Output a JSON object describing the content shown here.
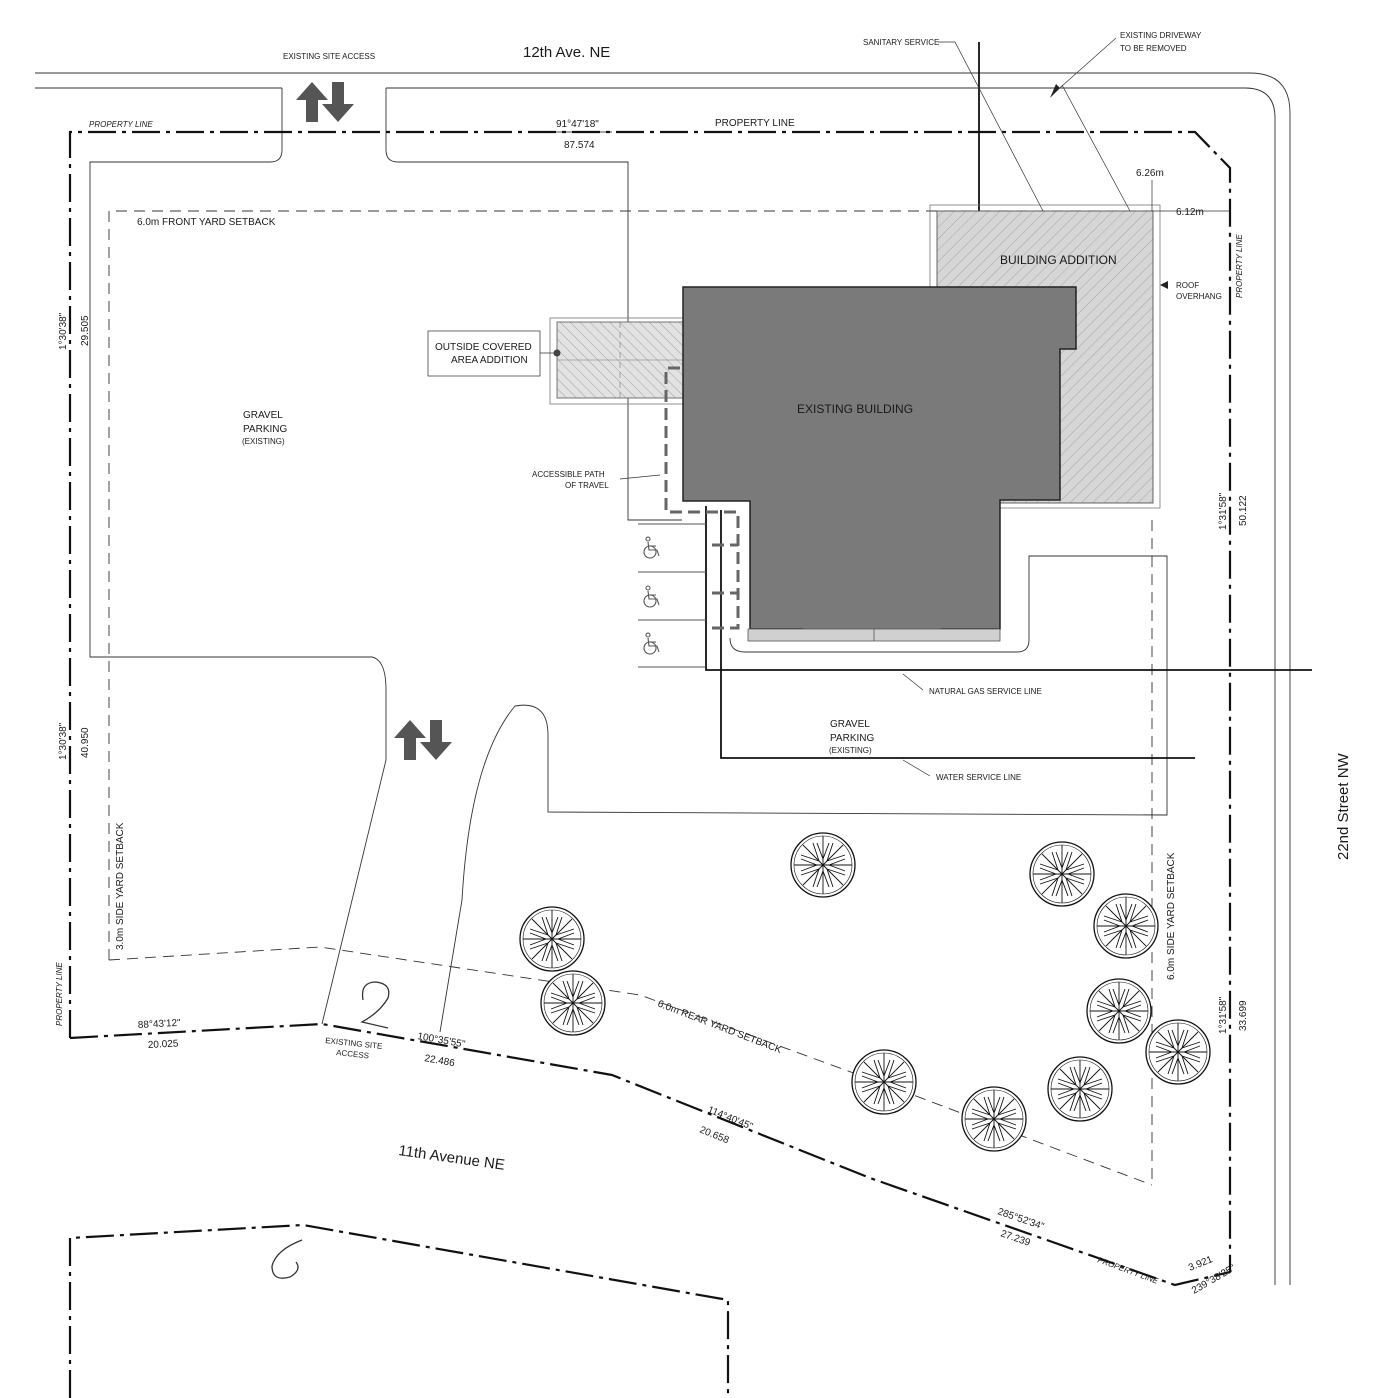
{
  "streets": {
    "north": "12th Ave. NE",
    "south": "11th Avenue NE",
    "east": "22nd Street NW"
  },
  "labels": {
    "site_access_north": "EXISTING SITE ACCESS",
    "site_access_south_1": "EXISTING SITE",
    "site_access_south_2": "ACCESS",
    "property_line": "PROPERTY LINE",
    "front_setback": "6.0m FRONT YARD SETBACK",
    "side_setback_west": "3.0m SIDE YARD SETBACK",
    "side_setback_east": "6.0m SIDE YARD SETBACK",
    "rear_setback": "6.0m REAR YARD SETBACK",
    "sanitary": "SANITARY SERVICE",
    "driveway_1": "EXISTING DRIVEWAY",
    "driveway_2": "TO BE REMOVED",
    "building_addition": "BUILDING ADDITION",
    "existing_building": "EXISTING BUILDING",
    "roof_1": "ROOF",
    "roof_2": "OVERHANG",
    "covered_1": "OUTSIDE COVERED",
    "covered_2": "AREA ADDITION",
    "gravel": "GRAVEL",
    "parking": "PARKING",
    "existing": "(EXISTING)",
    "accessible_1": "ACCESSIBLE PATH",
    "accessible_2": "OF TRAVEL",
    "natural_gas": "NATURAL GAS SERVICE LINE",
    "water": "WATER SERVICE LINE"
  },
  "dimensions": {
    "north_bearing": "91°47'18\"",
    "north_length": "87.574",
    "west_upper_bearing": "1°30'38\"",
    "west_upper_length": "29.505",
    "west_lower_bearing": "1°30'38\"",
    "west_lower_length": "40.950",
    "east_upper_bearing": "1°31'58\"",
    "east_upper_length": "50.122",
    "east_lower_bearing": "1°31'58\"",
    "east_lower_length": "33.699",
    "south1_bearing": "88°43'12\"",
    "south1_length": "20.025",
    "south2_bearing": "100°35'55\"",
    "south2_length": "22.486",
    "south3_bearing": "114°40'45\"",
    "south3_length": "20.658",
    "south4_bearing": "285°52'34\"",
    "south4_length": "27.239",
    "corner_length": "3.921",
    "corner_bearing": "239°38'25\"",
    "offset_north": "6.26m",
    "offset_east": "6.12m"
  },
  "colors": {
    "existing_building": "#7a7a7a",
    "addition_fill": "#d6d6d6",
    "hatch": "#9a9a9a",
    "linework": "#111111"
  },
  "icons": {
    "access_arrows": "up-down-arrows-icon",
    "accessible_stall": "wheelchair-icon",
    "tree": "tree-symbol-icon",
    "hydrant": "hook-symbol-icon"
  }
}
